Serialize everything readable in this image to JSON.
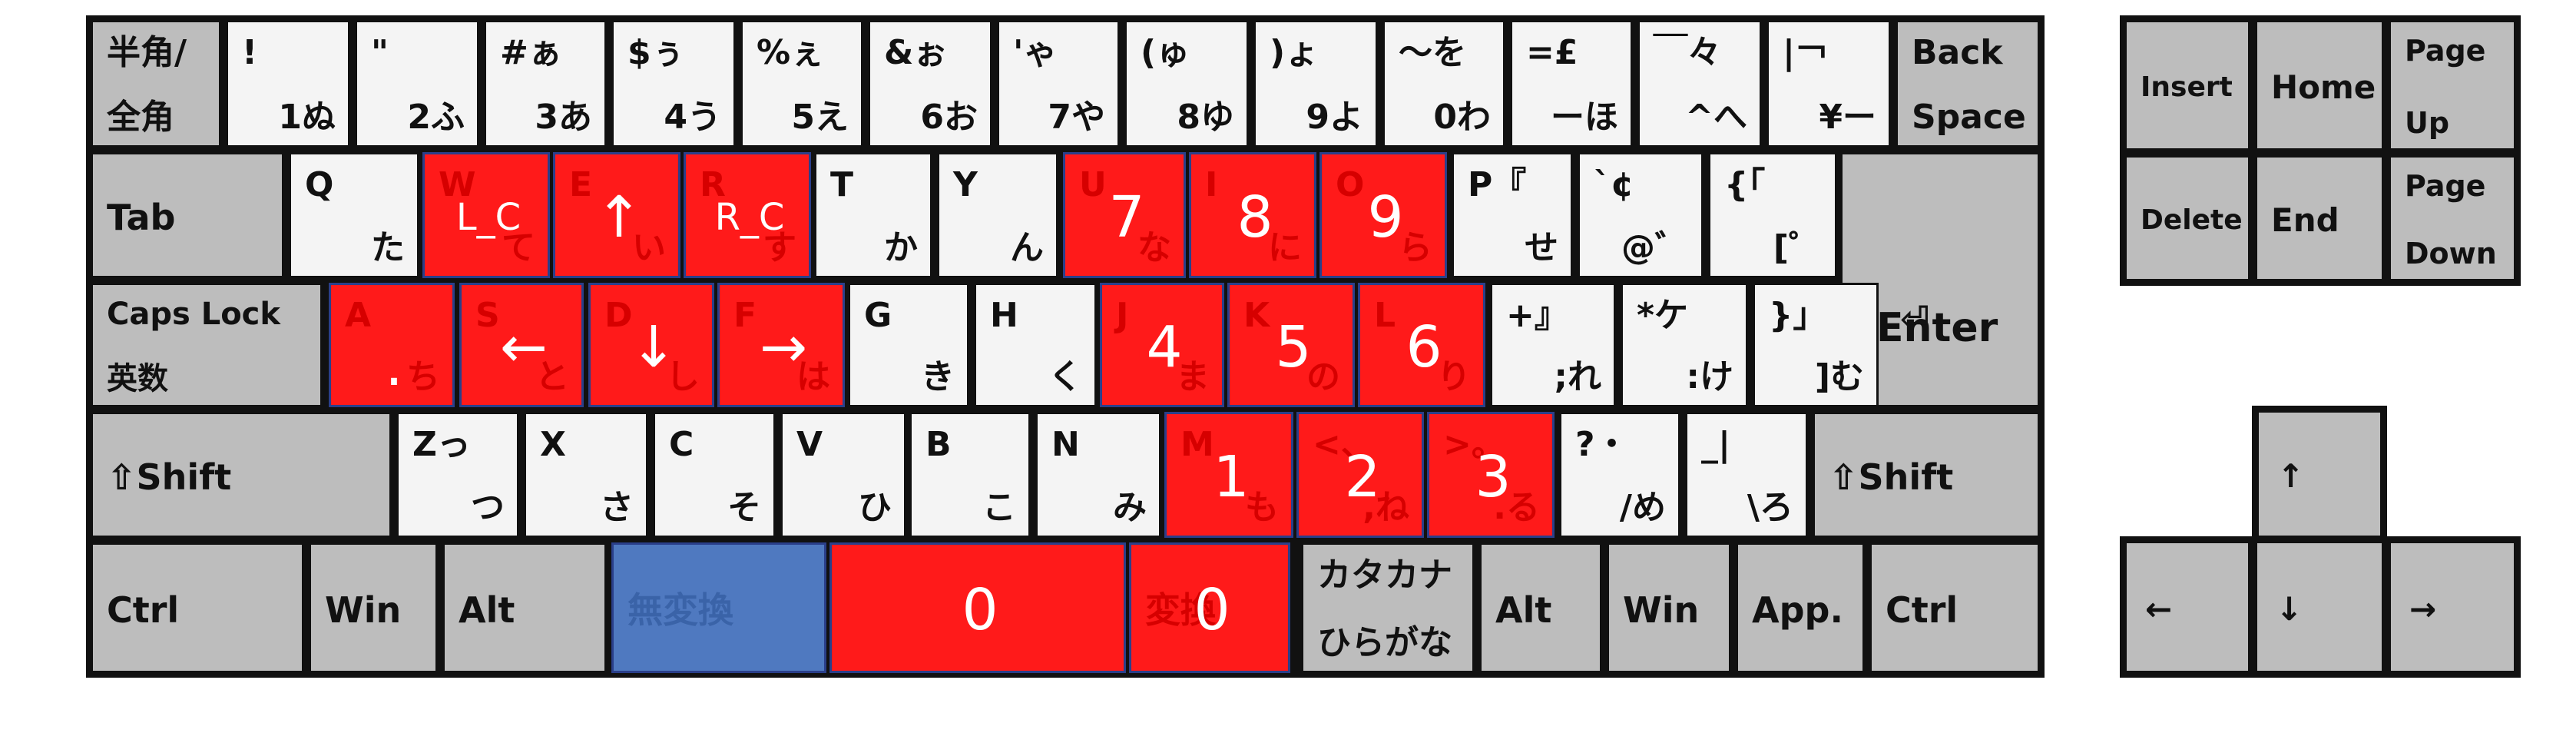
{
  "colors": {
    "frame": "#111111",
    "key_gray": "#bdbdbd",
    "key_white": "#f4f4f4",
    "highlight_red": "#ff1a1a",
    "highlight_blue": "#4f79c0",
    "mapped_text": "#ffffff"
  },
  "rows": [
    [
      {
        "id": "hankaku",
        "c": "gray",
        "l1": "半角/",
        "l2": "全角"
      },
      {
        "id": "1",
        "c": "white",
        "l1": "!",
        "l2": "1ぬ"
      },
      {
        "id": "2",
        "c": "white",
        "l1": "\"",
        "l2": "2ふ"
      },
      {
        "id": "3",
        "c": "white",
        "l1": "#ぁ",
        "l2": "3あ"
      },
      {
        "id": "4",
        "c": "white",
        "l1": "$ぅ",
        "l2": "4う"
      },
      {
        "id": "5",
        "c": "white",
        "l1": "%ぇ",
        "l2": "5え"
      },
      {
        "id": "6",
        "c": "white",
        "l1": "&ぉ",
        "l2": "6お"
      },
      {
        "id": "7",
        "c": "white",
        "l1": "'ゃ",
        "l2": "7や"
      },
      {
        "id": "8",
        "c": "white",
        "l1": "(ゅ",
        "l2": "8ゆ"
      },
      {
        "id": "9",
        "c": "white",
        "l1": ")ょ",
        "l2": "9よ"
      },
      {
        "id": "0",
        "c": "white",
        "l1": "～を",
        "l2": "0わ"
      },
      {
        "id": "minus",
        "c": "white",
        "l1": "=£",
        "l2": "ーほ"
      },
      {
        "id": "caret",
        "c": "white",
        "l1": "￣々",
        "l2": "^へ"
      },
      {
        "id": "yen",
        "c": "white",
        "l1": "|￢",
        "l2": "¥ー"
      },
      {
        "id": "backspace",
        "c": "gray",
        "l1": "Back",
        "l2": "Space"
      }
    ],
    [
      {
        "id": "tab",
        "c": "gray",
        "l1": "Tab"
      },
      {
        "id": "q",
        "c": "white",
        "l1": "Q",
        "l2": "た"
      },
      {
        "id": "w",
        "c": "red",
        "l1": "W",
        "l2": "て",
        "m": "L_C"
      },
      {
        "id": "e",
        "c": "red",
        "l1": "E",
        "l2": "い",
        "m": "↑"
      },
      {
        "id": "r",
        "c": "red",
        "l1": "R",
        "l2": "す",
        "m": "R_C"
      },
      {
        "id": "t",
        "c": "white",
        "l1": "T",
        "l2": "か"
      },
      {
        "id": "y",
        "c": "white",
        "l1": "Y",
        "l2": "ん"
      },
      {
        "id": "u",
        "c": "red",
        "l1": "U",
        "l2": "な",
        "m": "7"
      },
      {
        "id": "i",
        "c": "red",
        "l1": "I",
        "l2": "に",
        "m": "8"
      },
      {
        "id": "o",
        "c": "red",
        "l1": "O",
        "l2": "ら",
        "m": "9"
      },
      {
        "id": "p",
        "c": "white",
        "l1": "P『",
        "l2": "せ"
      },
      {
        "id": "at",
        "c": "white",
        "l1": "`¢",
        "l2": "@゛"
      },
      {
        "id": "bracket",
        "c": "white",
        "l1": "{「",
        "l2": "[゜"
      },
      {
        "id": "enter",
        "c": "gray",
        "l1": "Enter"
      }
    ],
    [
      {
        "id": "capslock",
        "c": "gray",
        "l1": "Caps Lock",
        "l2": "英数"
      },
      {
        "id": "a",
        "c": "red",
        "l1": "A",
        "l2": "ち",
        "m": "."
      },
      {
        "id": "s",
        "c": "red",
        "l1": "S",
        "l2": "と",
        "m": "←"
      },
      {
        "id": "d",
        "c": "red",
        "l1": "D",
        "l2": "し",
        "m": "↓"
      },
      {
        "id": "f",
        "c": "red",
        "l1": "F",
        "l2": "は",
        "m": "→"
      },
      {
        "id": "g",
        "c": "white",
        "l1": "G",
        "l2": "き"
      },
      {
        "id": "h",
        "c": "white",
        "l1": "H",
        "l2": "く"
      },
      {
        "id": "j",
        "c": "red",
        "l1": "J",
        "l2": "ま",
        "m": "4"
      },
      {
        "id": "k",
        "c": "red",
        "l1": "K",
        "l2": "の",
        "m": "5"
      },
      {
        "id": "l",
        "c": "red",
        "l1": "L",
        "l2": "り",
        "m": "6"
      },
      {
        "id": "semicolon",
        "c": "white",
        "l1": "+』",
        "l2": ";れ"
      },
      {
        "id": "colon",
        "c": "white",
        "l1": "*ケ",
        "l2": ":け"
      },
      {
        "id": "rbracket",
        "c": "white",
        "l1": "}」",
        "l2": "]む"
      },
      {
        "id": "enter-symbol",
        "c": "gray",
        "l1": "⏎"
      }
    ],
    [
      {
        "id": "lshift",
        "c": "gray",
        "l1": "⇧Shift"
      },
      {
        "id": "z",
        "c": "white",
        "l1": "Zっ",
        "l2": "つ"
      },
      {
        "id": "x",
        "c": "white",
        "l1": "X",
        "l2": "さ"
      },
      {
        "id": "c",
        "c": "white",
        "l1": "C",
        "l2": "そ"
      },
      {
        "id": "v",
        "c": "white",
        "l1": "V",
        "l2": "ひ"
      },
      {
        "id": "b",
        "c": "white",
        "l1": "B",
        "l2": "こ"
      },
      {
        "id": "n",
        "c": "white",
        "l1": "N",
        "l2": "み"
      },
      {
        "id": "m",
        "c": "red",
        "l1": "M",
        "l2": "も",
        "m": "1"
      },
      {
        "id": "comma",
        "c": "red",
        "l1": "<、",
        "l2": ",ね",
        "m": "2"
      },
      {
        "id": "period",
        "c": "red",
        "l1": ">。",
        "l2": ".る",
        "m": "3"
      },
      {
        "id": "slash",
        "c": "white",
        "l1": "?・",
        "l2": "/め"
      },
      {
        "id": "backslash",
        "c": "white",
        "l1": "_|",
        "l2": "\\ろ"
      },
      {
        "id": "rshift",
        "c": "gray",
        "l1": "⇧Shift"
      }
    ],
    [
      {
        "id": "lctrl",
        "c": "gray",
        "l1": "Ctrl"
      },
      {
        "id": "lwin",
        "c": "gray",
        "l1": "Win"
      },
      {
        "id": "lalt",
        "c": "gray",
        "l1": "Alt"
      },
      {
        "id": "muhenkan",
        "c": "blue",
        "l1": "無変換"
      },
      {
        "id": "space",
        "c": "red",
        "m": "0"
      },
      {
        "id": "henkan",
        "c": "red",
        "l1": "変換",
        "m": "0"
      },
      {
        "id": "katakana",
        "c": "gray",
        "l1": "カタカナ",
        "l2": "ひらがな"
      },
      {
        "id": "ralt",
        "c": "gray",
        "l1": "Alt"
      },
      {
        "id": "rwin",
        "c": "gray",
        "l1": "Win"
      },
      {
        "id": "app",
        "c": "gray",
        "l1": "App."
      },
      {
        "id": "rctrl",
        "c": "gray",
        "l1": "Ctrl"
      }
    ]
  ],
  "nav": [
    {
      "id": "insert",
      "c": "gray",
      "l1": "Insert"
    },
    {
      "id": "home",
      "c": "gray",
      "l1": "Home"
    },
    {
      "id": "pageup",
      "c": "gray",
      "l1": "Page",
      "l2": "Up"
    },
    {
      "id": "delete",
      "c": "gray",
      "l1": "Delete"
    },
    {
      "id": "end",
      "c": "gray",
      "l1": "End"
    },
    {
      "id": "pagedown",
      "c": "gray",
      "l1": "Page",
      "l2": "Down"
    }
  ],
  "arrows": [
    {
      "id": "arrow-up",
      "c": "gray",
      "l1": "↑"
    },
    {
      "id": "arrow-left",
      "c": "gray",
      "l1": "←"
    },
    {
      "id": "arrow-down",
      "c": "gray",
      "l1": "↓"
    },
    {
      "id": "arrow-right",
      "c": "gray",
      "l1": "→"
    }
  ]
}
